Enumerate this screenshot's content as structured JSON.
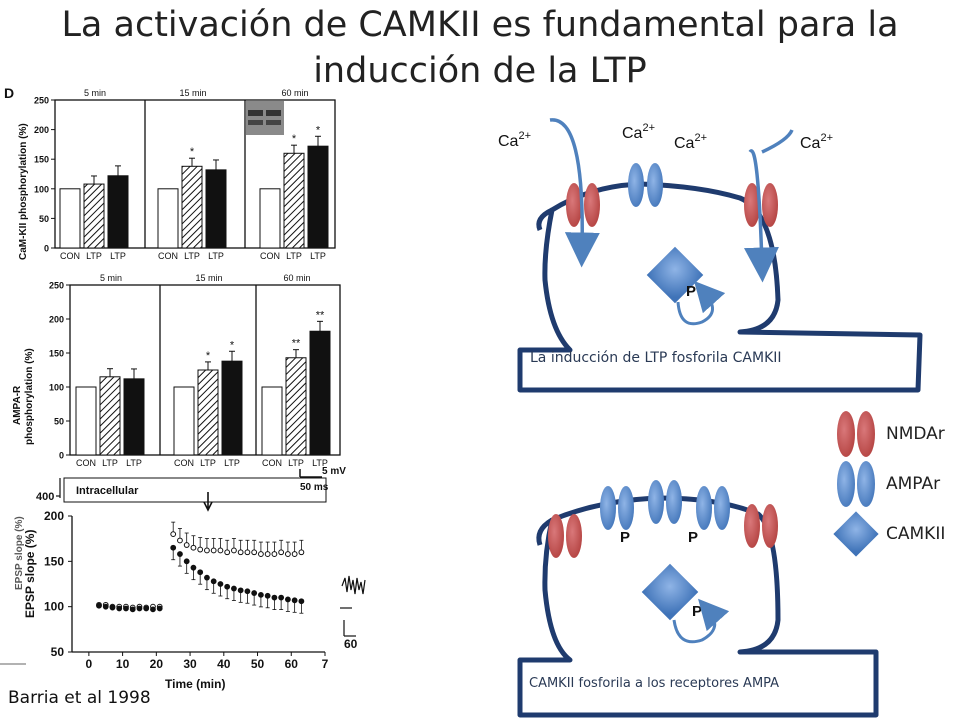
{
  "title": {
    "line1": "La activación de CAMKII es fundamental para la",
    "line2": "inducción de la LTP"
  },
  "colors": {
    "nmda": "#c0504d",
    "ampa": "#4f81bd",
    "membrane": "#1f3b6e",
    "camkii": "#4f81bd",
    "arrow": "#4f81bd"
  },
  "panel_d": {
    "letter": "D",
    "ylabel": "CaM-KII phosphorylation (%)",
    "yticks": [
      "250",
      "200",
      "150",
      "100",
      "50",
      "0"
    ],
    "groups": [
      {
        "label": "5 min",
        "values": [
          100,
          108,
          122
        ],
        "significance": [
          "",
          "",
          ""
        ]
      },
      {
        "label": "15 min",
        "values": [
          100,
          138,
          132
        ],
        "significance": [
          "",
          "*",
          ""
        ]
      },
      {
        "label": "60 min",
        "values": [
          100,
          160,
          172
        ],
        "significance": [
          "",
          "*",
          "*"
        ]
      }
    ],
    "bar_labels": [
      "CON",
      "LTP",
      "LTP"
    ]
  },
  "panel_ampa": {
    "ylabel_1": "AMPA-R",
    "ylabel_2": "phosphorylation (%)",
    "yticks": [
      "250",
      "200",
      "150",
      "100",
      "50",
      "0"
    ],
    "groups": [
      {
        "label": "5 min",
        "values": [
          100,
          115,
          112
        ],
        "significance": [
          "",
          "",
          ""
        ]
      },
      {
        "label": "15 min",
        "values": [
          100,
          125,
          138
        ],
        "significance": [
          "",
          "*",
          "*"
        ]
      },
      {
        "label": "60 min",
        "values": [
          100,
          143,
          182
        ],
        "significance": [
          "",
          "**",
          "**"
        ]
      }
    ],
    "bar_labels": [
      "CON",
      "LTP",
      "LTP"
    ],
    "scale_mv": "5 mV",
    "scale_ms": "50 ms"
  },
  "panel_epsp": {
    "top_tick": "400",
    "intracellular": "Intracellular",
    "ylabel_back": "EPSP slope (%)",
    "ylabel": "EPSP slope (%)",
    "xlabel": "Time (min)",
    "yticks": [
      "200",
      "150",
      "100",
      "50"
    ],
    "xticks": [
      "0",
      "10",
      "20",
      "30",
      "40",
      "50",
      "60",
      "7"
    ],
    "right_tick": "60"
  },
  "chart_data": [
    {
      "type": "bar",
      "ylabel": "CaM-KII phosphorylation (%)",
      "ylim": [
        0,
        250
      ],
      "categories": [
        "5 min",
        "15 min",
        "60 min"
      ],
      "series": [
        {
          "name": "CON",
          "values": [
            100,
            100,
            100
          ]
        },
        {
          "name": "LTP",
          "values": [
            108,
            138,
            160
          ]
        },
        {
          "name": "LTP",
          "values": [
            122,
            132,
            172
          ]
        }
      ]
    },
    {
      "type": "bar",
      "ylabel": "AMPA-R phosphorylation (%)",
      "ylim": [
        0,
        250
      ],
      "categories": [
        "5 min",
        "15 min",
        "60 min"
      ],
      "series": [
        {
          "name": "CON",
          "values": [
            100,
            100,
            100
          ]
        },
        {
          "name": "LTP",
          "values": [
            115,
            125,
            143
          ]
        },
        {
          "name": "LTP",
          "values": [
            112,
            138,
            182
          ]
        }
      ]
    },
    {
      "type": "scatter",
      "xlabel": "Time (min)",
      "ylabel": "EPSP slope (%)",
      "xlim": [
        -5,
        70
      ],
      "ylim": [
        50,
        200
      ],
      "series": [
        {
          "name": "",
          "marker": "open",
          "x": [
            3,
            5,
            7,
            9,
            11,
            13,
            15,
            17,
            19,
            21,
            25,
            27,
            29,
            31,
            33,
            35,
            37,
            39,
            41,
            43,
            45,
            47,
            49,
            51,
            53,
            55,
            57,
            59,
            61,
            63
          ],
          "y": [
            102,
            102,
            100,
            100,
            100,
            99,
            100,
            99,
            100,
            100,
            180,
            173,
            168,
            165,
            163,
            162,
            162,
            162,
            160,
            162,
            160,
            160,
            160,
            158,
            158,
            158,
            160,
            158,
            158,
            160
          ]
        },
        {
          "name": "",
          "marker": "filled",
          "x": [
            3,
            5,
            7,
            9,
            11,
            13,
            15,
            17,
            19,
            21,
            25,
            27,
            29,
            31,
            33,
            35,
            37,
            39,
            41,
            43,
            45,
            47,
            49,
            51,
            53,
            55,
            57,
            59,
            61,
            63
          ],
          "y": [
            101,
            100,
            99,
            98,
            98,
            97,
            98,
            98,
            97,
            98,
            165,
            158,
            150,
            143,
            138,
            132,
            128,
            125,
            122,
            120,
            118,
            117,
            115,
            113,
            112,
            110,
            110,
            108,
            107,
            106
          ]
        }
      ]
    }
  ],
  "diagram_top": {
    "ca_labels": [
      "Ca",
      "Ca",
      "Ca",
      "Ca"
    ],
    "ca_sup": "2+",
    "p_label": "P",
    "caption": "La inducción de LTP fosforila CAMKII"
  },
  "diagram_bottom": {
    "p_labels": [
      "P",
      "P",
      "P"
    ],
    "caption": "CAMKII fosforila a los receptores AMPA"
  },
  "legend": {
    "nmda": "NMDAr",
    "ampa": "AMPAr",
    "camkii": "CAMKII"
  },
  "citation": "Barria et al 1998"
}
